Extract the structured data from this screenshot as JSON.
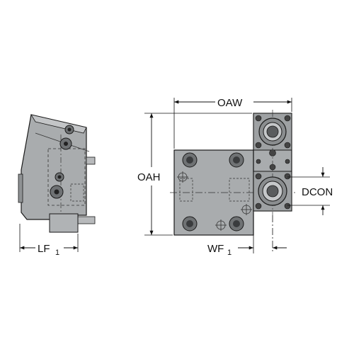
{
  "labels": {
    "oaw": "OAW",
    "oah": "OAH",
    "dcon": "DCON",
    "lf_main": "LF",
    "lf_sub": "1",
    "wf_main": "WF",
    "wf_sub": "1"
  },
  "colors": {
    "body": "#a9acae",
    "body_dark": "#8f9294",
    "outline": "#1a1a1a",
    "dimension": "#111111"
  }
}
